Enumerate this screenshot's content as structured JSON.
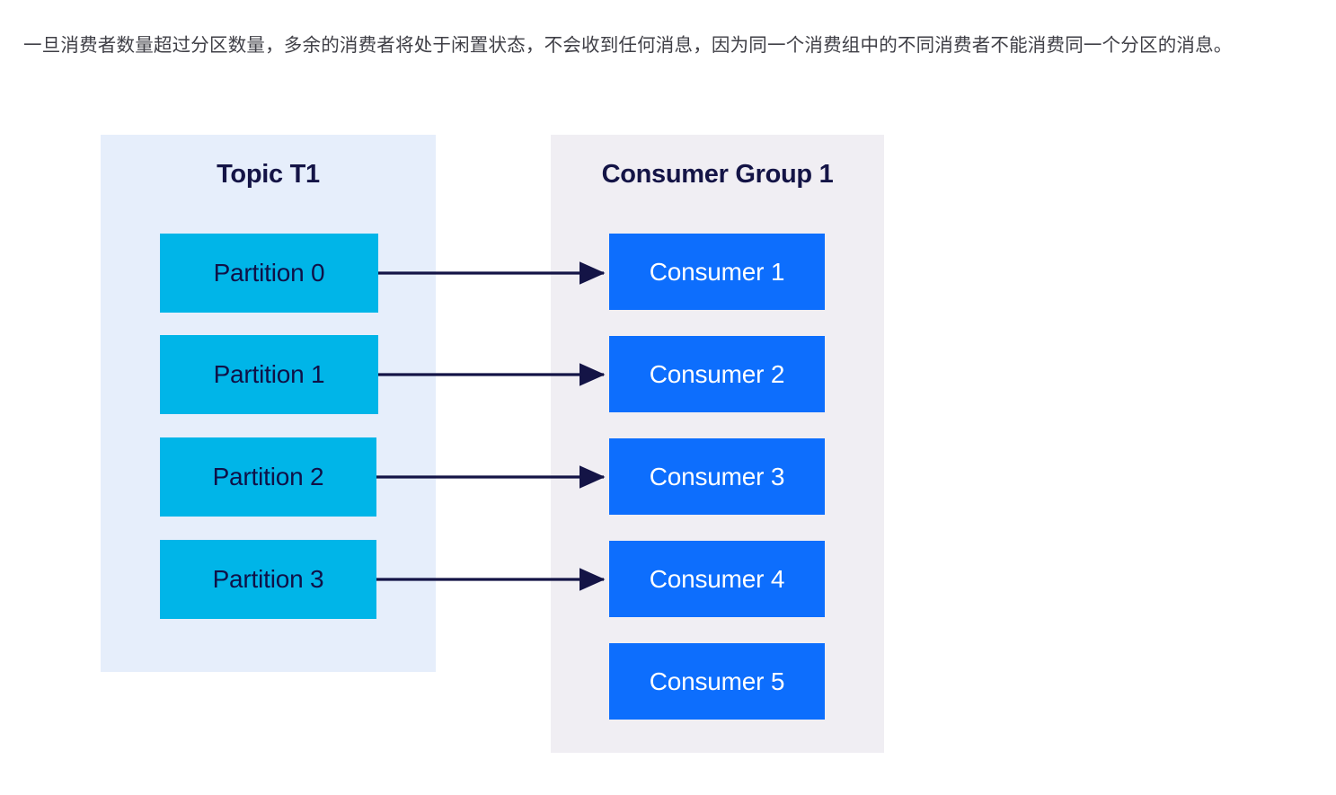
{
  "paragraph": {
    "text": "一旦消费者数量超过分区数量，多余的消费者将处于闲置状态，不会收到任何消息，因为同一个消费组中的不同消费者不能消费同一个分区的消息。"
  },
  "diagram": {
    "topic_panel": {
      "title": "Topic T1",
      "background_color": "#e6eefb",
      "partitions": [
        {
          "label": "Partition 0"
        },
        {
          "label": "Partition 1"
        },
        {
          "label": "Partition 2"
        },
        {
          "label": "Partition 3"
        }
      ],
      "box_color": "#00b5e8",
      "box_text_color": "#0f1147"
    },
    "consumer_group_panel": {
      "title": "Consumer Group 1",
      "background_color": "#f0eef3",
      "consumers": [
        {
          "label": "Consumer 1",
          "assigned": true
        },
        {
          "label": "Consumer 2",
          "assigned": true
        },
        {
          "label": "Consumer 3",
          "assigned": true
        },
        {
          "label": "Consumer 4",
          "assigned": true
        },
        {
          "label": "Consumer 5",
          "assigned": false
        }
      ],
      "box_color": "#0d6efd",
      "box_text_color": "#ffffff"
    },
    "connections": [
      {
        "from": "Partition 0",
        "to": "Consumer 1"
      },
      {
        "from": "Partition 1",
        "to": "Consumer 2"
      },
      {
        "from": "Partition 2",
        "to": "Consumer 3"
      },
      {
        "from": "Partition 3",
        "to": "Consumer 4"
      }
    ],
    "arrow_color": "#141446",
    "title_color": "#141446"
  }
}
